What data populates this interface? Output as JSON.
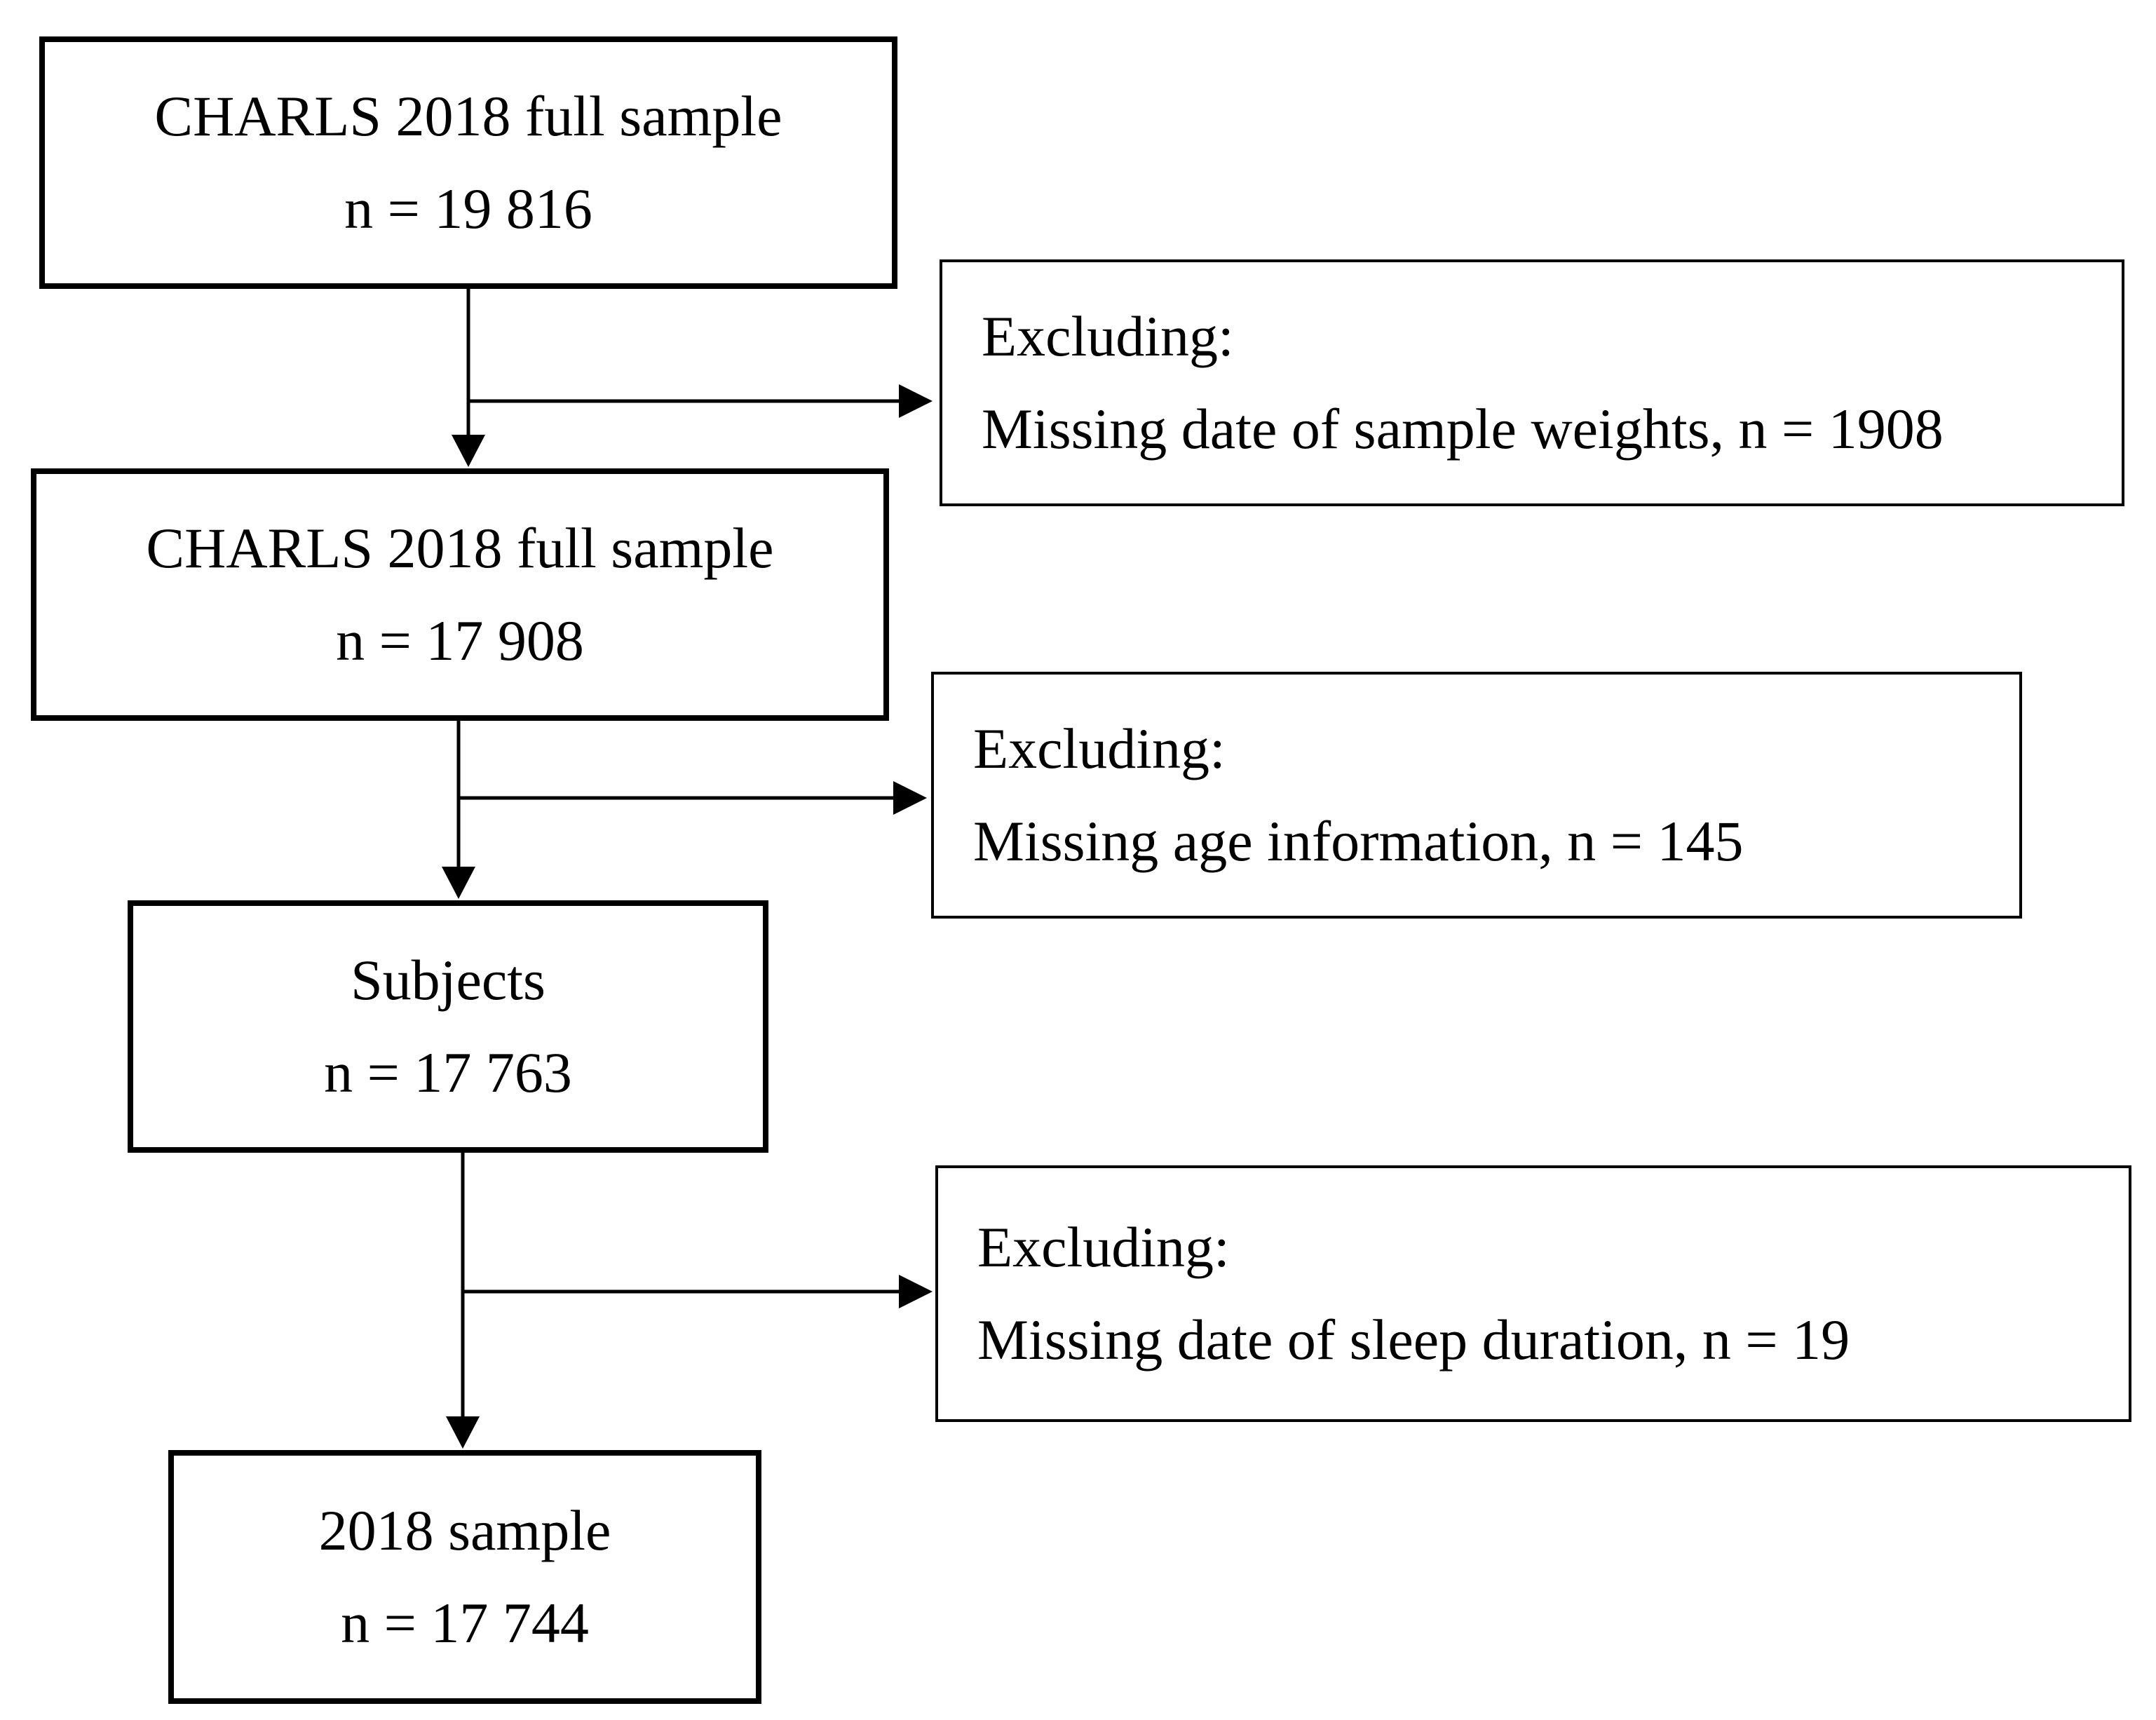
{
  "flowchart": {
    "step1": {
      "title": "CHARLS 2018 full sample",
      "count": "n = 19 816"
    },
    "exclusion1": {
      "heading": "Excluding:",
      "reason": "Missing date of sample weights, n = 1908"
    },
    "step2": {
      "title": "CHARLS 2018 full sample",
      "count": "n = 17 908"
    },
    "exclusion2": {
      "heading": "Excluding:",
      "reason": "Missing age information, n = 145"
    },
    "step3": {
      "title": "Subjects",
      "count": "n = 17 763"
    },
    "exclusion3": {
      "heading": "Excluding:",
      "reason": "Missing date of sleep duration, n = 19"
    },
    "step4": {
      "title": "2018 sample",
      "count": "n = 17 744"
    }
  },
  "colors": {
    "line": "#000000",
    "background": "#ffffff"
  }
}
